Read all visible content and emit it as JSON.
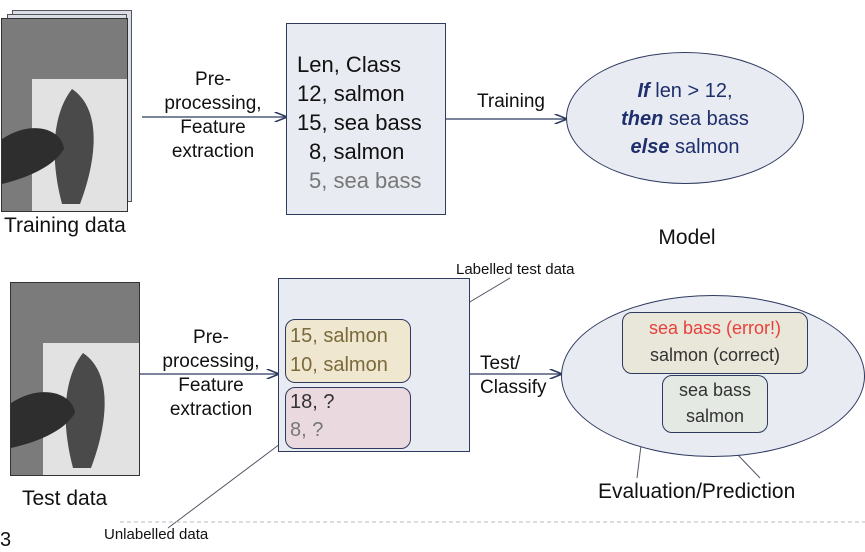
{
  "training": {
    "caption": "Training data",
    "preprocess_lines": [
      "Pre-",
      "processing,",
      "Feature",
      "extraction"
    ],
    "table_lines": [
      "Len, Class",
      "12, salmon",
      "15, sea bass",
      "8, salmon",
      "5, sea bass"
    ],
    "arrow_label": "Training"
  },
  "model": {
    "caption": "Model",
    "rule": {
      "if_kw": "If",
      "if_rest": " len > 12,",
      "then_kw": "then",
      "then_rest": " sea bass",
      "else_kw": "else",
      "else_rest": " salmon"
    }
  },
  "test": {
    "caption": "Test data",
    "preprocess_lines": [
      "Pre-",
      "processing,",
      "Feature",
      "extraction"
    ],
    "labelled_lines": [
      "15, salmon",
      "10, salmon"
    ],
    "unlabelled_lines": [
      "18, ?",
      "8, ?"
    ],
    "labelled_callout": "Labelled test data",
    "unlabelled_callout": "Unlabelled data",
    "arrow_label_lines": [
      "Test/",
      "Classify"
    ]
  },
  "results": {
    "evaluation_lines": [
      "sea bass (error!)",
      "salmon (correct)"
    ],
    "prediction_lines": [
      "sea bass",
      "salmon"
    ],
    "caption": "Evaluation/Prediction"
  },
  "slide": {
    "page_number": "3"
  },
  "colors": {
    "accent_navy": "#1f2f6b",
    "error_red": "#e8413c",
    "labelled_fill": "#efe7cf",
    "unlabelled_fill": "#ead9df"
  }
}
